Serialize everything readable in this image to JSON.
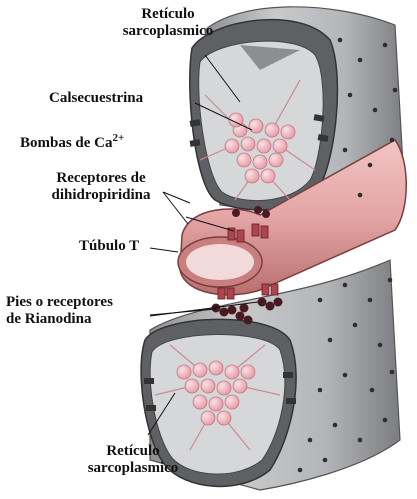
{
  "labels": {
    "reticulo_top_line1": "Retículo",
    "reticulo_top_line2": "sarcoplasmico",
    "calsecuestrina": "Calsecuestrina",
    "bombas_base": "Bombas de Ca",
    "bombas_sup": "2+",
    "receptores_dhp_line1": "Receptores de",
    "receptores_dhp_line2": "dihidropiridina",
    "tubulo_t": "Túbulo T",
    "pies_line1": "Pies o receptores",
    "pies_line2": "de Rianodina",
    "reticulo_bottom_line1": "Retículo",
    "reticulo_bottom_line2": "sarcoplasmico"
  },
  "colors": {
    "membrane_gray": "#b4b5b8",
    "membrane_dark": "#6f7073",
    "lumen": "#d9dadb",
    "calsequestrin": "#f0b9c0",
    "t_tubule": "#e3a7a7",
    "t_tubule_dark": "#b86c6c",
    "ryanodine": "#4a1a22",
    "dhp_receptor": "#b0434d"
  }
}
